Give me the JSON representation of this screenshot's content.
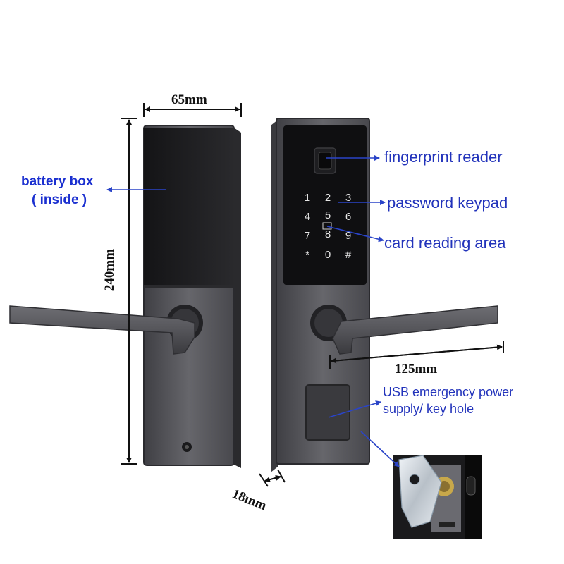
{
  "dimensions": {
    "width": "65mm",
    "height": "240mm",
    "depth": "18mm",
    "handle_length": "125mm"
  },
  "callouts": {
    "battery_box_line1": "battery box",
    "battery_box_line2": "( inside )",
    "fingerprint_reader": "fingerprint reader",
    "password_keypad": "password keypad",
    "card_reading_area": "card reading area",
    "usb_line1": "USB emergency power",
    "usb_line2": "supply/ key hole"
  },
  "keypad": {
    "keys": [
      "1",
      "2",
      "3",
      "4",
      "5",
      "6",
      "7",
      "8",
      "9",
      "*",
      "0",
      "#"
    ]
  },
  "colors": {
    "callout_text": "#2233bb",
    "arrow": "#2a44c8",
    "lock_dark": "#1c1c1e",
    "lock_metal": "#5b5b60"
  }
}
